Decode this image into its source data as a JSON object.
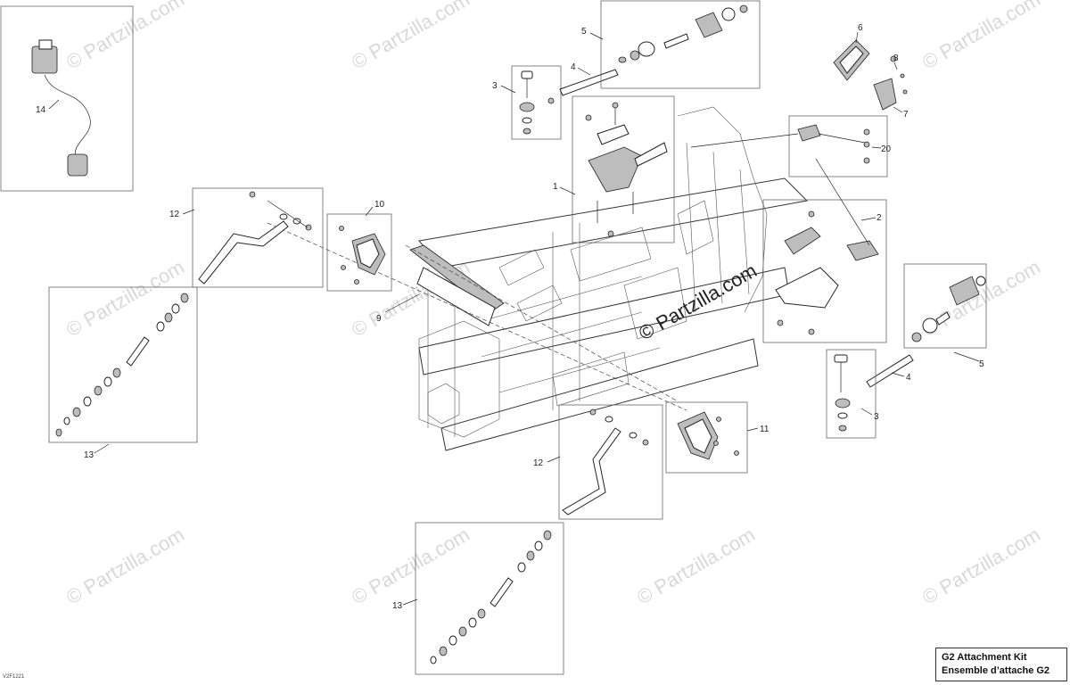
{
  "caption": {
    "line1": "G2 Attachment Kit",
    "line2": "Ensemble d’attache G2"
  },
  "drawing_code": "V2F1221",
  "watermark": {
    "small": "© Partzilla.com",
    "large": "© Partzilla.com"
  },
  "callouts": {
    "c1": "1",
    "c2": "2",
    "c3a": "3",
    "c3b": "3",
    "c4a": "4",
    "c4b": "4",
    "c5a": "5",
    "c5b": "5",
    "c6": "6",
    "c7": "7",
    "c8": "8",
    "c9": "9",
    "c10": "10",
    "c11": "11",
    "c12a": "12",
    "c12b": "12",
    "c13a": "13",
    "c13b": "13",
    "c14": "14",
    "c20": "20"
  }
}
